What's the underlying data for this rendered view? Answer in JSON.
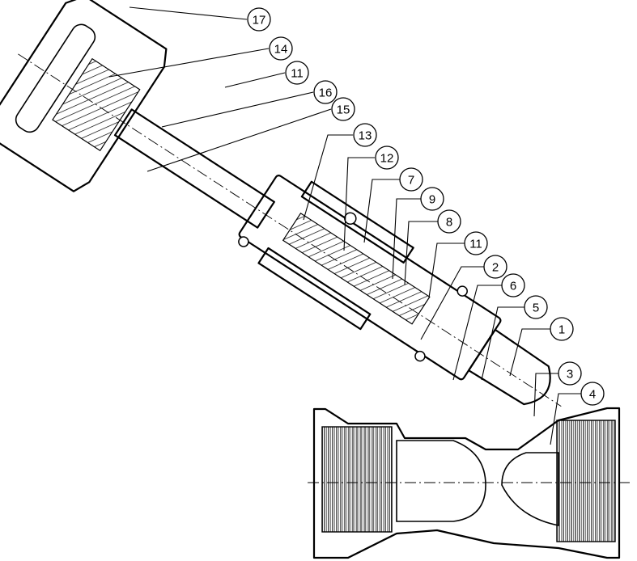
{
  "callouts": [
    {
      "id": "17",
      "label": "17"
    },
    {
      "id": "14",
      "label": "14"
    },
    {
      "id": "11a",
      "label": "11"
    },
    {
      "id": "16",
      "label": "16"
    },
    {
      "id": "15",
      "label": "15"
    },
    {
      "id": "13",
      "label": "13"
    },
    {
      "id": "12",
      "label": "12"
    },
    {
      "id": "7",
      "label": "7"
    },
    {
      "id": "9",
      "label": "9"
    },
    {
      "id": "8",
      "label": "8"
    },
    {
      "id": "11b",
      "label": "11"
    },
    {
      "id": "2",
      "label": "2"
    },
    {
      "id": "6",
      "label": "6"
    },
    {
      "id": "5",
      "label": "5"
    },
    {
      "id": "1",
      "label": "1"
    },
    {
      "id": "3",
      "label": "3"
    },
    {
      "id": "4",
      "label": "4"
    }
  ]
}
